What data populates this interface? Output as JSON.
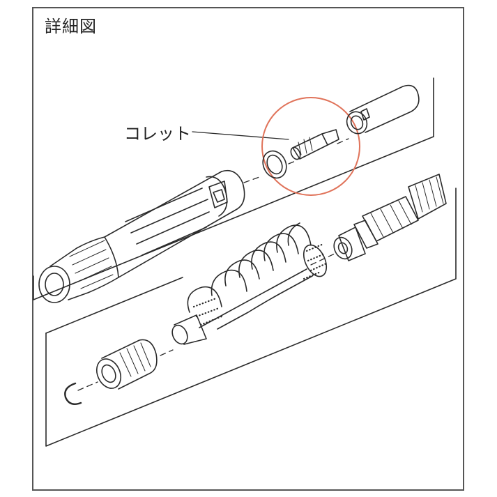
{
  "title": "詳細図",
  "callout_label": "コレット",
  "colors": {
    "line": "#2a2a2a",
    "highlight_circle": "#e0735a",
    "frame": "#555555"
  },
  "parts": [
    "sleeve-tube",
    "collet",
    "washer-ring",
    "cap-tip",
    "spiral-spring",
    "cap-body",
    "threaded-nozzle",
    "knurled-nut",
    "c-clip"
  ]
}
